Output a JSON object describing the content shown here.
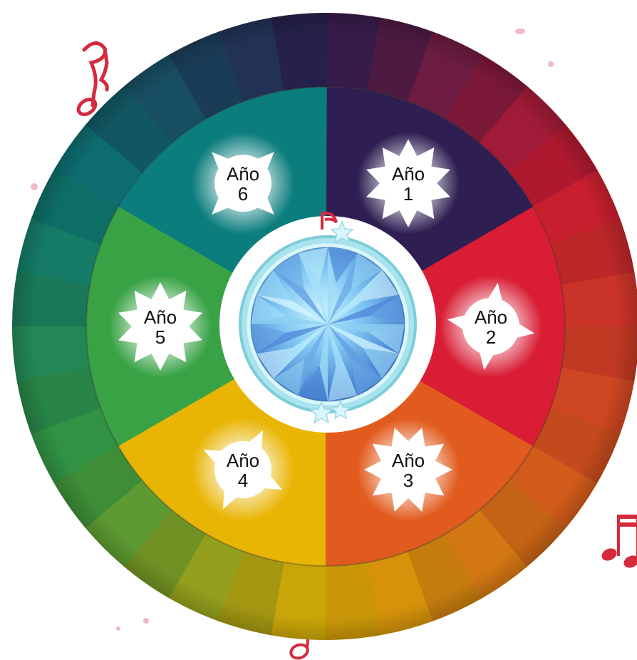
{
  "wheel": {
    "years": [
      {
        "line1": "Año",
        "line2": "1",
        "color": "#2E1E52"
      },
      {
        "line1": "Año",
        "line2": "2",
        "color": "#D81D34"
      },
      {
        "line1": "Año",
        "line2": "3",
        "color": "#E25B1E"
      },
      {
        "line1": "Año",
        "line2": "4",
        "color": "#E9B505"
      },
      {
        "line1": "Año",
        "line2": "5",
        "color": "#39A245"
      },
      {
        "line1": "Año",
        "line2": "6",
        "color": "#0B7D7D"
      }
    ],
    "center_icon": "diamond-gem-icon",
    "decor_icons": [
      "music-note-icon",
      "star-icon",
      "dot-icon"
    ]
  }
}
